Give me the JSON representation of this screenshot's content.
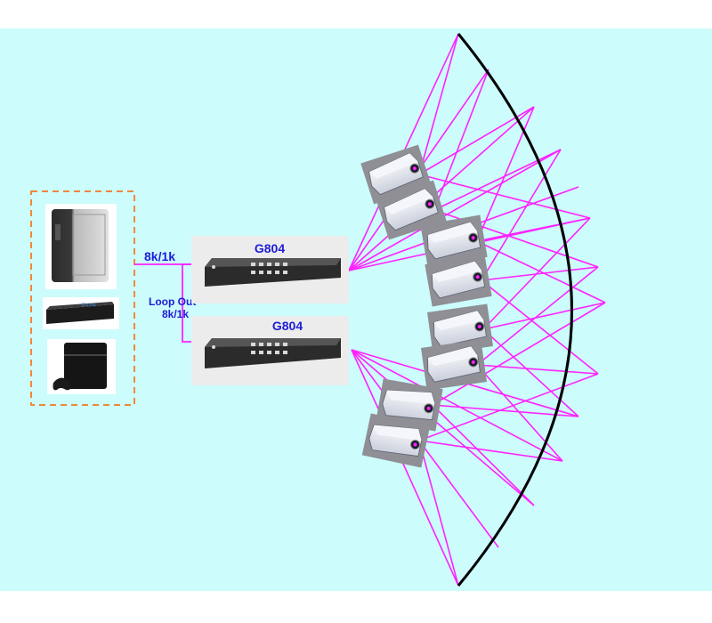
{
  "title": "Multi-projector edge blending with G804",
  "input_link_label": "8k/1k",
  "loop_out_label": "Loop Out",
  "loop_out_rate": "8k/1k",
  "processors": [
    {
      "name": "G804"
    },
    {
      "name": "G804"
    }
  ],
  "sources": [
    "pc-tower",
    "blu-ray-player",
    "game-console"
  ],
  "projector_count": 8,
  "colors": {
    "background": "#ccfcfc",
    "beam": "#ff22ff",
    "label": "#1d1dd8",
    "source_border": "#f0883a",
    "screen": "#000000"
  }
}
